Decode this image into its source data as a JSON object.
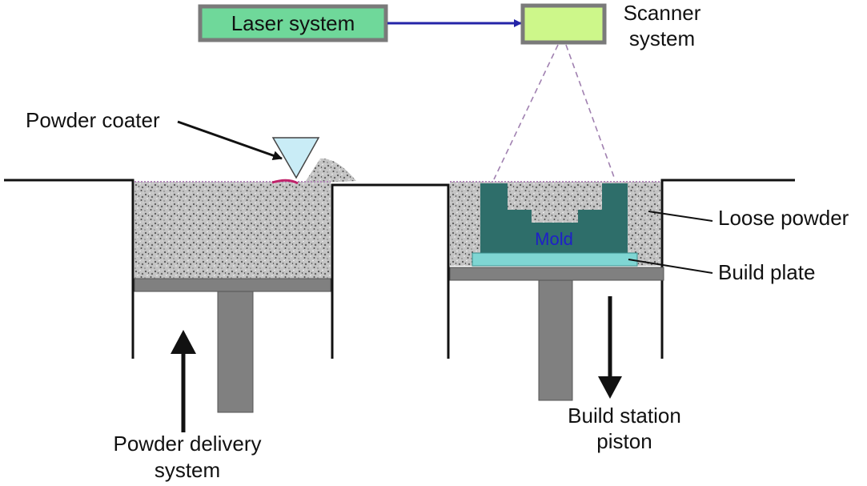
{
  "labels": {
    "laser_system": "Laser system",
    "scanner_line1": "Scanner",
    "scanner_line2": "system",
    "powder_coater": "Powder coater",
    "loose_powder": "Loose powder",
    "build_plate": "Build plate",
    "mold": "Mold",
    "build_station_line1": "Build station",
    "build_station_line2": "piston",
    "powder_delivery_line1": "Powder delivery",
    "powder_delivery_line2": "system"
  },
  "colors": {
    "laser_box_fill": "#6fd89a",
    "scanner_box_fill": "#cdf78a",
    "box_border": "#7a7a7a",
    "beam_arrow": "#2424a8",
    "powder": "#b9b9b9",
    "piston": "#808080",
    "mold": "#2e6e6a",
    "build_plate": "#7fd6d3",
    "coater": "#c9ecf6",
    "mold_label": "#1f20c8"
  }
}
